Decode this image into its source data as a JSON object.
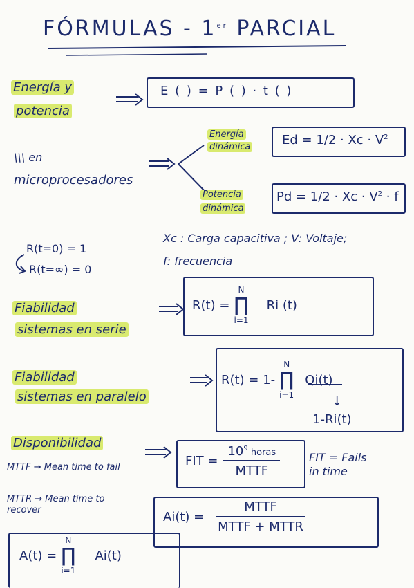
{
  "title": {
    "main": "FÓRMULAS - 1",
    "sup": "er",
    "rest": " PARCIAL"
  },
  "energy": {
    "line1": "Energía y",
    "line2": "potencia",
    "formula": "E ( ) = P ( ) · t ( )"
  },
  "micro": {
    "prefix": "\\\\\\ en",
    "text": "microprocesadores"
  },
  "dyn_energy": {
    "line1": "Energía",
    "line2": "dinámica",
    "formula": "Ed = 1/2 · Xc · V",
    "exp": "2"
  },
  "dyn_power": {
    "line1": "Potencia",
    "line2": "dinámica",
    "formula": "Pd = 1/2 · Xc · V",
    "exp": "2",
    "tail": " · f"
  },
  "rel_notes": {
    "r0": "R(t=0) = 1",
    "rinf": "R(t=∞) = 0"
  },
  "var_notes": {
    "line1": "Xc : Carga capacitiva ; V: Voltaje;",
    "line2": "f: frecuencia"
  },
  "series": {
    "line1": "Fiabilidad",
    "line2": "sistemas en serie",
    "lhs": "R(t) =",
    "op": "∏",
    "top": "N",
    "bottom": "i=1",
    "term": "Ri (t)"
  },
  "parallel": {
    "line1": "Fiabilidad",
    "line2": "sistemas en paralelo",
    "lhs": "R(t) = 1-",
    "op": "∏",
    "top": "N",
    "bottom": "i=1",
    "term": "Qi(t)",
    "arrow": "↓",
    "sub": "1-Ri(t)"
  },
  "availability": {
    "label": "Disponibilidad",
    "mttf_note": "MTTF → Mean time to fail",
    "mttr_note": "MTTR → Mean time to recover"
  },
  "fit": {
    "lhs": "FIT =",
    "num": "10",
    "num_exp": "9",
    "num_tail": " horas",
    "den": "MTTF",
    "note1": "FIT = Fails",
    "note2": "in time"
  },
  "ai": {
    "lhs": "Ai(t) =",
    "num": "MTTF",
    "den": "MTTF + MTTR"
  },
  "at": {
    "lhs": "A(t) =",
    "op": "∏",
    "top": "N",
    "bottom": "i=1",
    "term": "Ai(t)"
  },
  "colors": {
    "ink": "#1c2a6b",
    "highlight": "#d9ea6f"
  }
}
